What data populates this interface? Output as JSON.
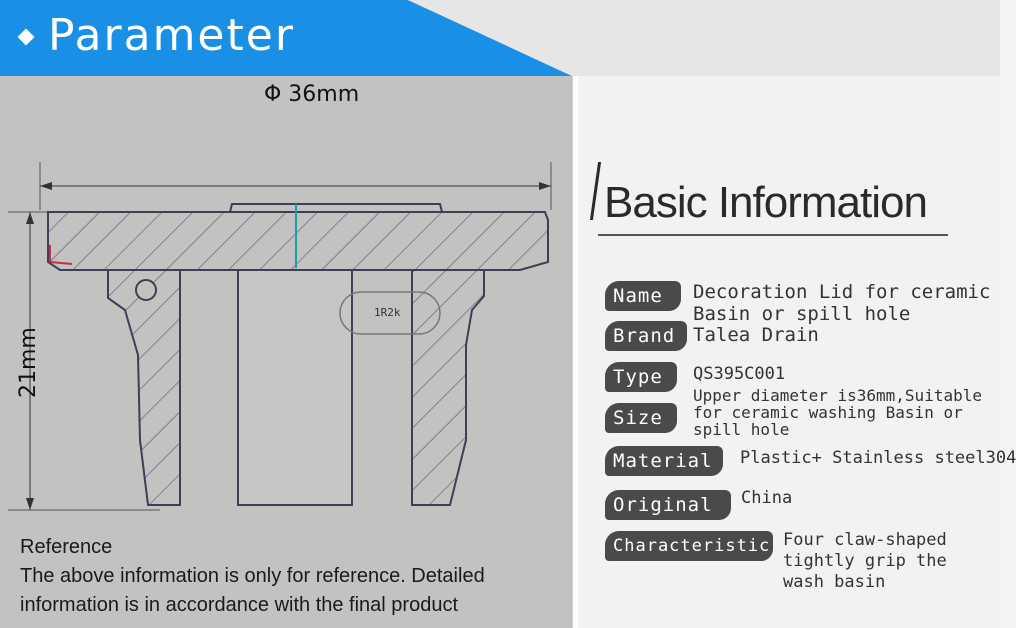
{
  "header": {
    "title": "Parameter",
    "accent_color": "#1a8fe6"
  },
  "drawing": {
    "diameter_label": "Φ 36mm",
    "height_label": "21mm",
    "part_tag": "1R2k"
  },
  "reference": {
    "heading": "Reference",
    "line1": "The above information is only for reference. Detailed",
    "line2": "information is in accordance with the final product"
  },
  "basic_info": {
    "title": "Basic Information",
    "name_label": "Name",
    "name_line1": "Decoration Lid for ceramic",
    "name_line2": "Basin or spill hole",
    "brand_label": "Brand",
    "brand_value": "Talea Drain",
    "type_label": "Type",
    "type_value": "QS395C001",
    "size_label": "Size",
    "size_line1": "Upper diameter is36mm,Suitable",
    "size_line2": "for ceramic washing Basin or",
    "size_line3": "spill hole",
    "material_label": "Material",
    "material_value": "Plastic+ Stainless steel304",
    "original_label": "Original",
    "original_value": "China",
    "characteristic_label": "Characteristic",
    "char_line1": "Four claw-shaped",
    "char_line2": "tightly grip the",
    "char_line3": "wash basin"
  }
}
